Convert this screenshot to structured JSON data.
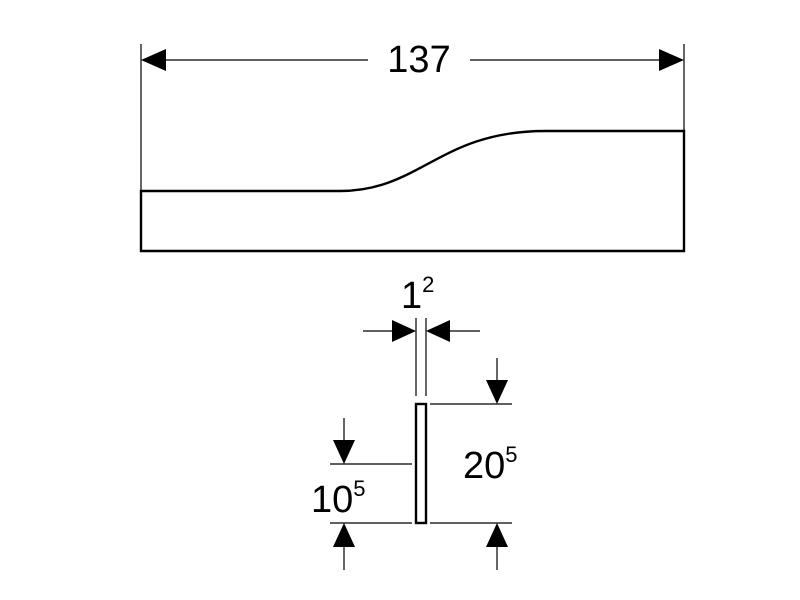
{
  "drawing": {
    "top_view": {
      "overall_width": {
        "value": "137"
      }
    },
    "side_view": {
      "thickness": {
        "base": "1",
        "sup": "2"
      },
      "total_height": {
        "base": "20",
        "sup": "5"
      },
      "lower_height": {
        "base": "10",
        "sup": "5"
      }
    }
  }
}
